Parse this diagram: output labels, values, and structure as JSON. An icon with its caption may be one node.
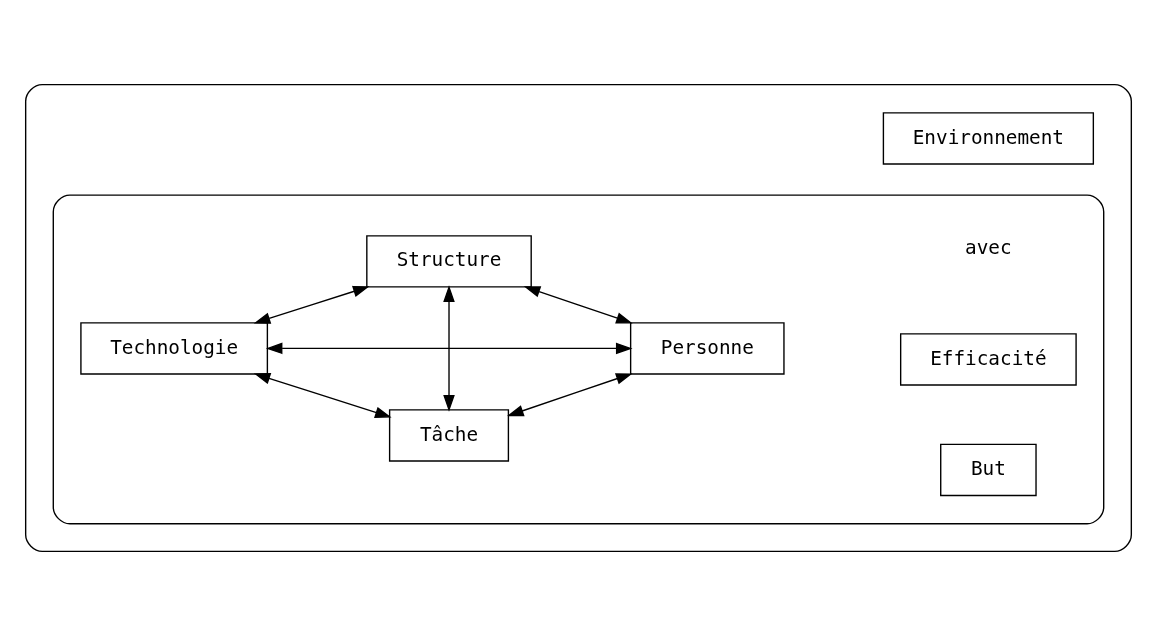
{
  "diagram": {
    "nodes": [
      {
        "text": [],
        "shape": "box"
      },
      {
        "text": [],
        "shape": "box",
        "in": 0
      },
      {
        "text": [
          "But"
        ],
        "in": 1
      },
      {
        "text": [
          "Efficacité"
        ],
        "in": 1
      },
      {
        "text": [
          "Tâche"
        ],
        "in": 1
      },
      {
        "text": [
          "Technologie"
        ],
        "in": 1
      },
      {
        "text": [
          "Personne"
        ],
        "in": 1
      },
      {
        "text": [
          "Structure"
        ],
        "in": 1
      },
      {
        "text": [
          "Environnement"
        ],
        "in": 0
      }
    ],
    "edges": [
      {
        "from": 5,
        "to": 4,
        "arrow": "both"
      },
      {
        "from": 4,
        "to": 6,
        "arrow": "both"
      },
      {
        "from": 4,
        "to": 7,
        "arrow": "both"
      },
      {
        "from": 5,
        "to": 6,
        "arrow": "both"
      },
      {
        "from": 5,
        "to": 7,
        "arrow": "both"
      },
      {
        "from": 7,
        "to": 6,
        "arrow": "both"
      }
    ],
    "labels": [
      "avec"
    ]
  }
}
